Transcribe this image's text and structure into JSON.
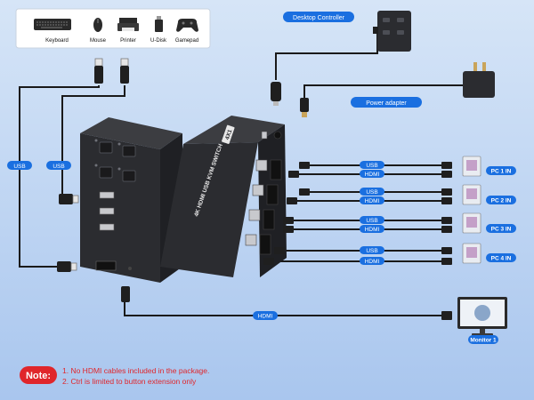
{
  "devices": [
    {
      "label": "Keyboard",
      "icon": "keyboard-icon"
    },
    {
      "label": "Mouse",
      "icon": "mouse-icon"
    },
    {
      "label": "Printer",
      "icon": "printer-icon"
    },
    {
      "label": "U-Disk",
      "icon": "usb-drive-icon"
    },
    {
      "label": "Gamepad",
      "icon": "gamepad-icon"
    }
  ],
  "controller": {
    "label": "Desktop Controller"
  },
  "power": {
    "label": "Power adapter"
  },
  "switch": {
    "name": "4K HDMI USB KVM SWITCH",
    "badge": "4X1"
  },
  "cable_labels": {
    "usb": "USB",
    "hdmi": "HDMI"
  },
  "pcs": [
    {
      "label": "PC 1 IN"
    },
    {
      "label": "PC 2 IN"
    },
    {
      "label": "PC 3 IN"
    },
    {
      "label": "PC 4 IN"
    }
  ],
  "monitor": {
    "label": "Monitor 1"
  },
  "note": {
    "tag": "Note:",
    "lines": [
      "1. No HDMI cables included in the package.",
      "2. Ctrl is limited to button extension only"
    ]
  },
  "colors": {
    "accent": "#1a6fe0",
    "note_red": "#e0262b",
    "cable": "#1a1a1a",
    "device": "#2e2f33"
  }
}
